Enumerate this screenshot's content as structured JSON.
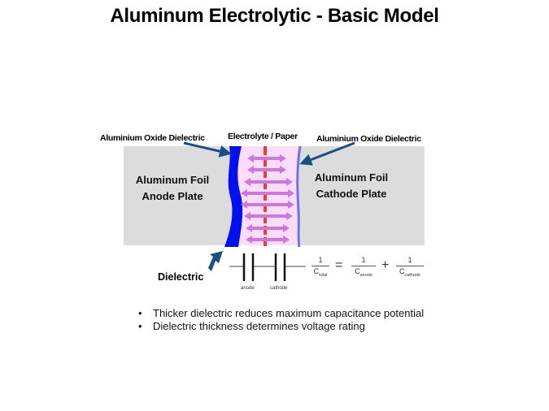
{
  "title": "Aluminum Electrolytic - Basic Model",
  "labels": {
    "anode_oxide": "Aluminium Oxide Dielectric",
    "electrolyte": "Electrolyte / Paper",
    "cathode_oxide": "Aluminium Oxide Dielectric"
  },
  "anode_plate": {
    "line1": "Aluminum Foil",
    "line2": "Anode Plate"
  },
  "cathode_plate": {
    "line1": "Aluminum Foil",
    "line2": "Cathode Plate"
  },
  "dielectric_label": "Dielectric",
  "schematic": {
    "anode": "anode",
    "cathode": "cathode"
  },
  "equation": {
    "numerator": "1",
    "c": "C",
    "total": "total",
    "anode": "anode",
    "cathode": "cathode",
    "equals": "=",
    "plus": "+"
  },
  "bullets": [
    "Thicker dielectric reduces maximum  capacitance potential",
    "Dielectric thickness determines voltage rating"
  ],
  "colors": {
    "foil": "#dcdcdc",
    "electrolyte": "#fbdcf9",
    "anode_oxide": "#0010f0",
    "cathode_oxide": "#7070f0",
    "center_line": "#e8402a",
    "field_arrows": "#cc77dd",
    "pointer_arrows": "#1a4f86"
  }
}
